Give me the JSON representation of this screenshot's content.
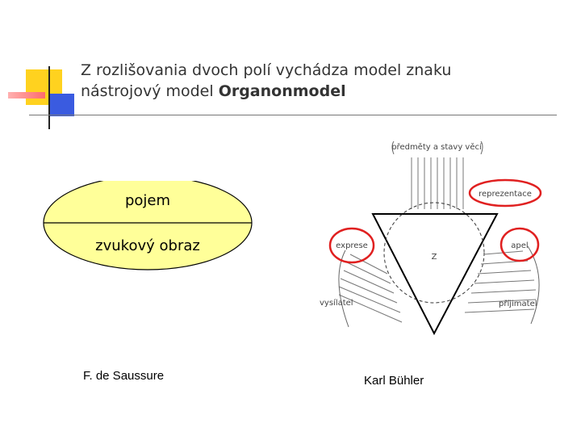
{
  "title": {
    "line1": "Z rozlišovania dvoch polí vychádza model znaku",
    "line2_prefix": "nástrojový model ",
    "line2_bold": "Organonmodel"
  },
  "saussure": {
    "top": "pojem",
    "bottom": "zvukový obraz",
    "caption": "F. de Saussure",
    "fill": "#ffff99"
  },
  "buhler": {
    "objects": "předměty a stavy věcí",
    "representation": "reprezentace",
    "expression": "exprese",
    "appeal": "apel",
    "sign": "Z",
    "sender": "vysílatel",
    "receiver": "příjimatel",
    "caption": "Karl Bühler",
    "highlight": "#e02020"
  },
  "colors": {
    "yellow": "#ffd21f",
    "pink": "#ff8c8c",
    "blue": "#3355dd"
  }
}
